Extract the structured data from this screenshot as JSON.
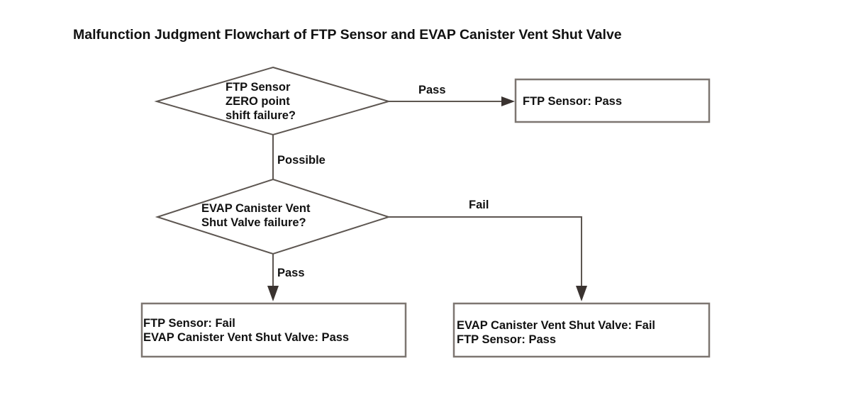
{
  "diagram": {
    "title": "Malfunction Judgment Flowchart of FTP Sensor and EVAP Canister Vent Shut Valve",
    "nodes": {
      "decision1": {
        "type": "decision",
        "line1": "FTP Sensor",
        "line2": "ZERO point",
        "line3": "shift failure?"
      },
      "decision2": {
        "type": "decision",
        "line1": "EVAP Canister Vent",
        "line2": "Shut Valve failure?"
      },
      "result_top_right": {
        "type": "terminal",
        "line1": "FTP Sensor: Pass"
      },
      "result_bottom_left": {
        "type": "terminal",
        "line1": "FTP Sensor: Fail",
        "line2": "EVAP Canister Vent Shut Valve: Pass"
      },
      "result_bottom_right": {
        "type": "terminal",
        "line1": "EVAP Canister Vent Shut Valve: Fail",
        "line2": "FTP Sensor: Pass"
      }
    },
    "edges": {
      "decision1_right": "Pass",
      "decision1_down": "Possible",
      "decision2_right": "Fail",
      "decision2_down": "Pass"
    },
    "colors": {
      "background": "#ffffff",
      "shape_stroke": "#5d5651",
      "box_stroke": "#7d7671",
      "text": "#111111",
      "arrow_fill": "#3a3330"
    }
  }
}
